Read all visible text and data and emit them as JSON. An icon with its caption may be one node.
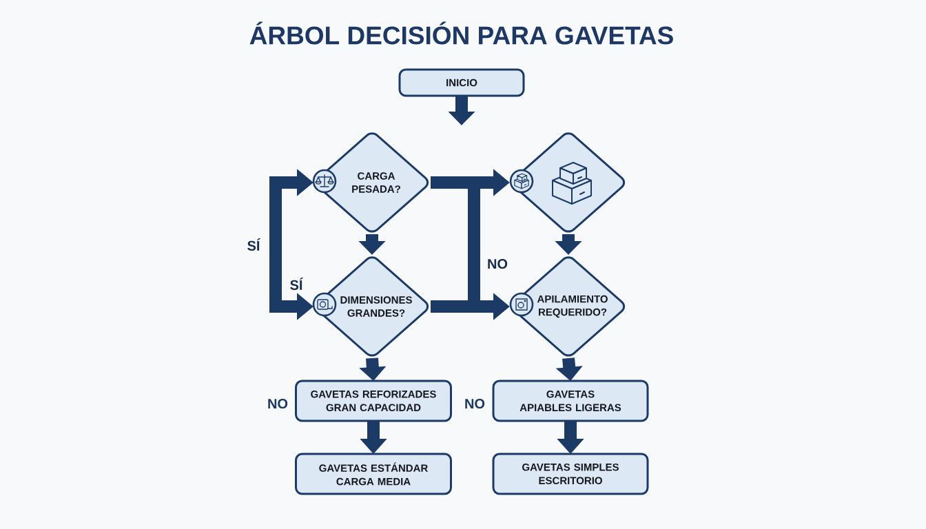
{
  "diagram": {
    "title": "ÁRBOL DECISIÓN PARA GAVETAS",
    "nodes": [
      {
        "text": [
          "INICIO"
        ]
      },
      {
        "text": [
          "CARGA PESADA?"
        ]
      },
      {
        "text": [],
        "shape": "diamond"
      },
      {
        "text": [
          "DIMENSIONES GRANDES?"
        ]
      },
      {
        "text": [
          "APILAMIENTO REQUERIDO?"
        ]
      },
      {
        "text": [
          "GAVETAS REFORIZADES GRAN CAPACIDAD"
        ]
      },
      {
        "text": [
          "GAVETAS APIABLES LIGERAS"
        ]
      },
      {
        "text": [
          "GAVETAS ESTÁNDAR CARGA MEDIA"
        ]
      },
      {
        "text": [
          "GAVETAS SIMPLES ESCRITORIO"
        ]
      }
    ],
    "edges": [
      {
        "from": 0,
        "to": null,
        "arrow": "to"
      },
      {
        "from": 1,
        "to": 3,
        "arrow": "both",
        "label": "SÍ"
      },
      {
        "from": 1,
        "to": 2,
        "arrow": "to"
      },
      {
        "from": 1,
        "to": 4,
        "arrow": "to",
        "label": "NO"
      },
      {
        "from": 3,
        "to": 2,
        "arrow": "to"
      },
      {
        "from": 3,
        "to": 4,
        "arrow": "to"
      },
      {
        "from": 1,
        "to": 3,
        "arrow": "to"
      },
      {
        "from": 2,
        "to": 4,
        "arrow": "to"
      },
      {
        "from": 3,
        "to": 5,
        "arrow": "to"
      },
      {
        "from": 4,
        "to": 6,
        "arrow": "to"
      },
      {
        "from": 5,
        "to": 7,
        "arrow": "to"
      },
      {
        "from": 6,
        "to": 8,
        "arrow": "to"
      }
    ],
    "labels": [
      "SÍ",
      "NO",
      "NO"
    ]
  }
}
